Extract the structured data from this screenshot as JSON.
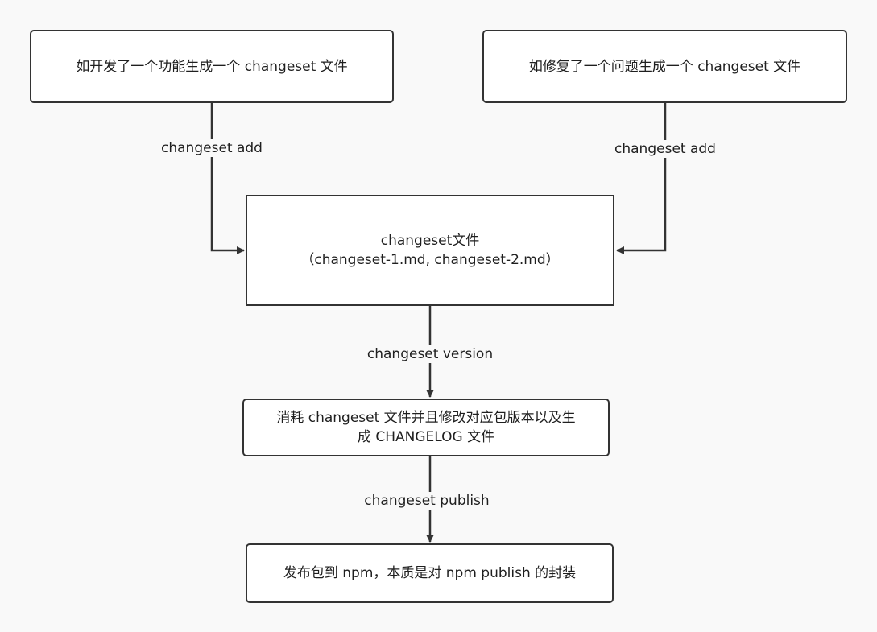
{
  "nodes": {
    "feature": {
      "label": "如开发了一个功能生成一个 changeset 文件"
    },
    "bugfix": {
      "label": "如修复了一个问题生成一个 changeset 文件"
    },
    "files": {
      "line1": "changeset文件",
      "line2": "（changeset-1.md, changeset-2.md）"
    },
    "consume": {
      "line1": "消耗 changeset 文件并且修改对应包版本以及生",
      "line2": "成 CHANGELOG 文件"
    },
    "publish": {
      "label": "发布包到 npm，本质是对 npm publish 的封装"
    }
  },
  "edges": {
    "add_left": "changeset add",
    "add_right": "changeset add",
    "version": "changeset version",
    "publish": "changeset publish"
  },
  "colors": {
    "line": "#333333",
    "background": "#f9f9f9",
    "box": "#ffffff"
  }
}
